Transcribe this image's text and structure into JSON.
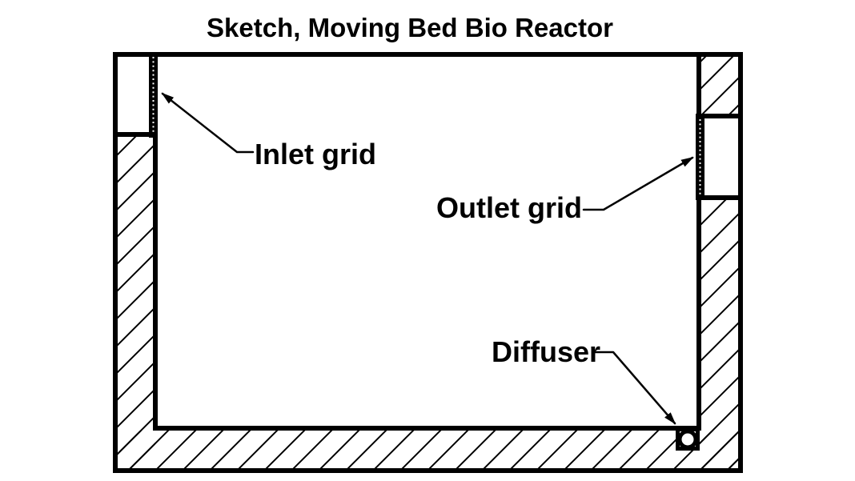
{
  "title": "Sketch, Moving Bed Bio Reactor",
  "labels": {
    "inlet_grid": "Inlet grid",
    "outlet_grid": "Outlet grid",
    "diffuser": "Diffuser"
  },
  "colors": {
    "ink": "#000000",
    "background": "#ffffff"
  },
  "diagram_parts": [
    "tank-walls-hatched-section",
    "inlet-grid-dotted",
    "outlet-grid-dotted",
    "diffuser-pipe-cross-section"
  ]
}
